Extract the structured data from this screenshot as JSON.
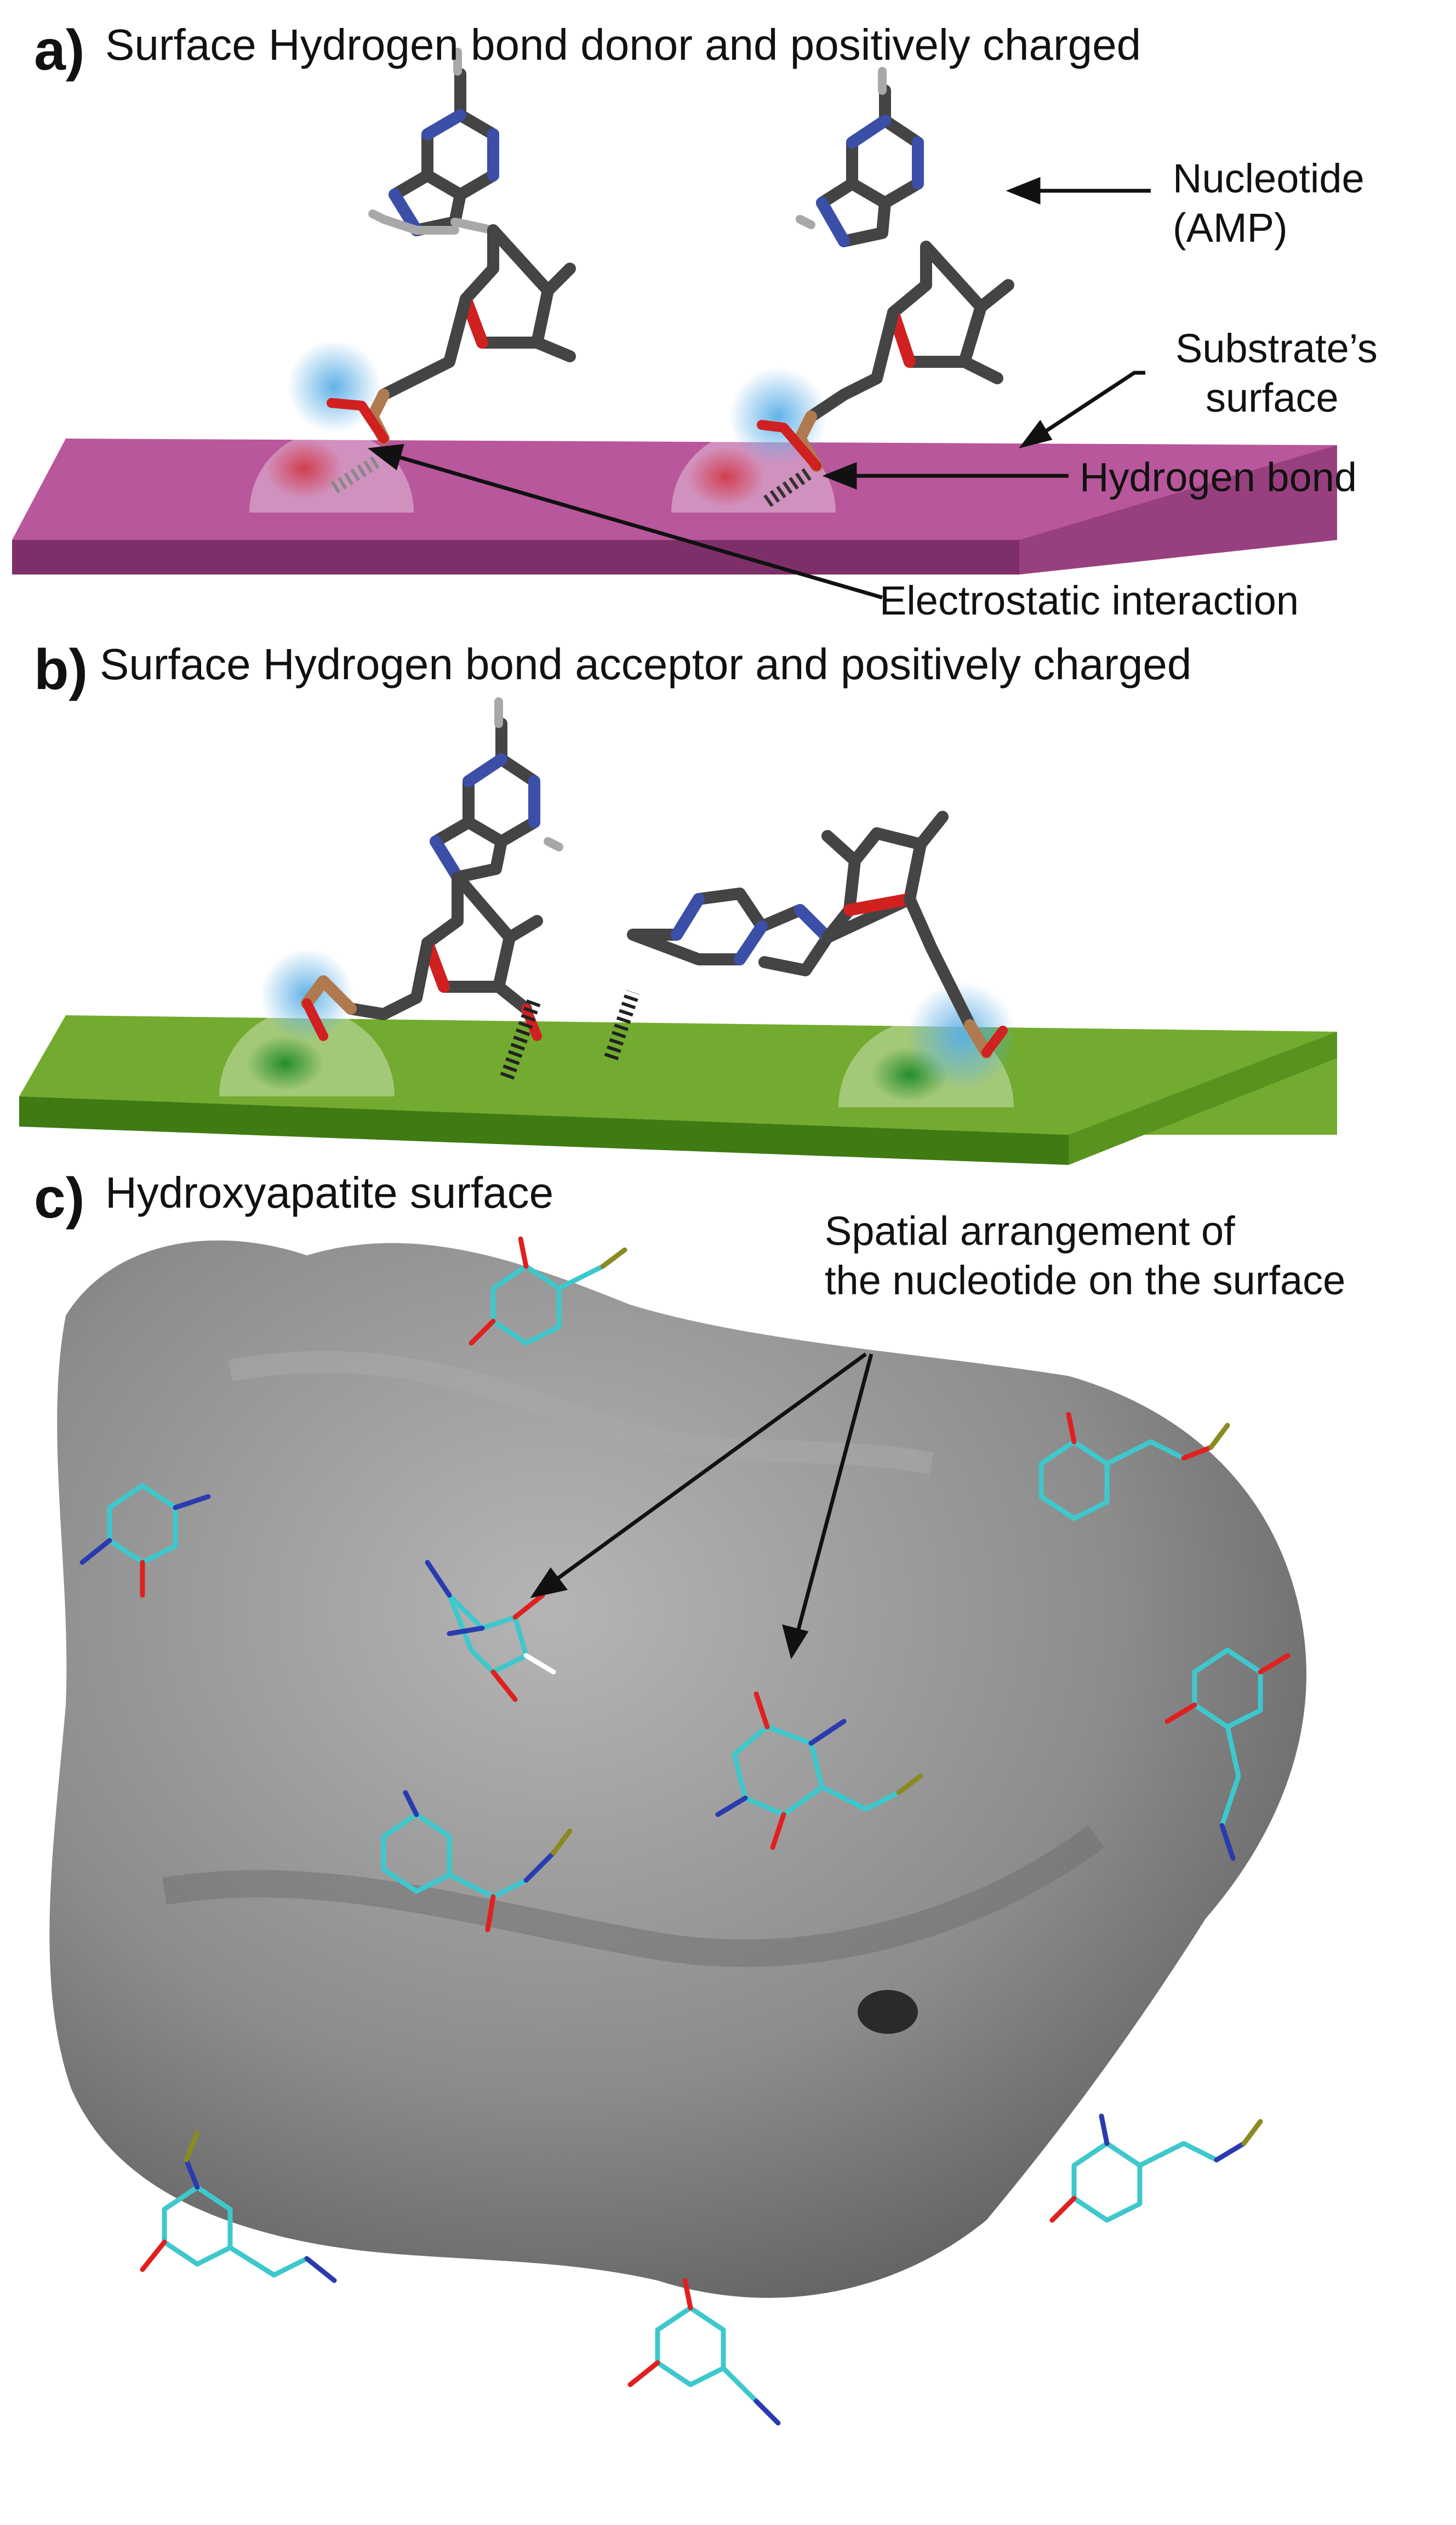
{
  "panel_a": {
    "letter": "a)",
    "title": "Surface Hydrogen bond donor and positively charged",
    "label_nucleotide_line1": "Nucleotide",
    "label_nucleotide_line2": "(AMP)",
    "label_surface_line1": "Substrate’s",
    "label_surface_line2": "surface",
    "label_hbond": "Hydrogen bond",
    "label_electrostatic": "Electrostatic interaction",
    "surface_color": "#b8579b"
  },
  "panel_b": {
    "letter": "b)",
    "title": "Surface Hydrogen bond acceptor and positively charged",
    "surface_color": "#72ab2f"
  },
  "panel_c": {
    "letter": "c)",
    "title": "Hydroxyapatite surface",
    "annotation_line1": "Spatial arrangement of",
    "annotation_line2": "the nucleotide on the surface",
    "surface_color": "#8a8a8a"
  },
  "colors": {
    "carbon": "#444444",
    "nitrogen": "#3b4fa8",
    "oxygen": "#d02020",
    "hydrogen": "#a8a8a8",
    "phosphorus": "#b07a50",
    "charge_positive": "#5aaee6",
    "charge_negative": "#d23a4a",
    "stick_carbon_c": "#3ec8cc",
    "stick_oxygen_c": "#e02020",
    "stick_nitrogen_c": "#2a3bb0",
    "stick_phosphorus_c": "#8a8a20"
  }
}
